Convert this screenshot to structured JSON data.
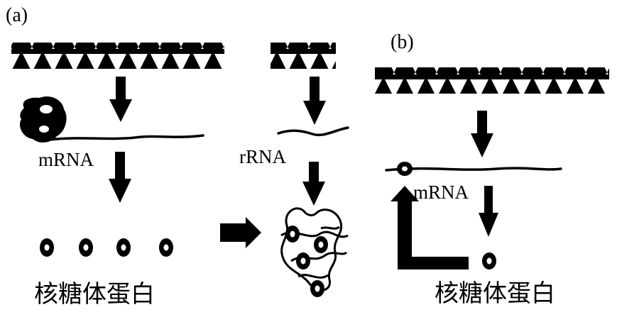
{
  "panels": {
    "a": {
      "label": "(a)"
    },
    "b": {
      "label": "(b)"
    }
  },
  "labels": {
    "mrna_a": "mRNA",
    "rrna": "rRNA",
    "mrna_b": "mRNA",
    "protein_a": "核糖体蛋白",
    "protein_b": "核糖体蛋白"
  },
  "colors": {
    "ink": "#000000",
    "paper": "#ffffff"
  }
}
